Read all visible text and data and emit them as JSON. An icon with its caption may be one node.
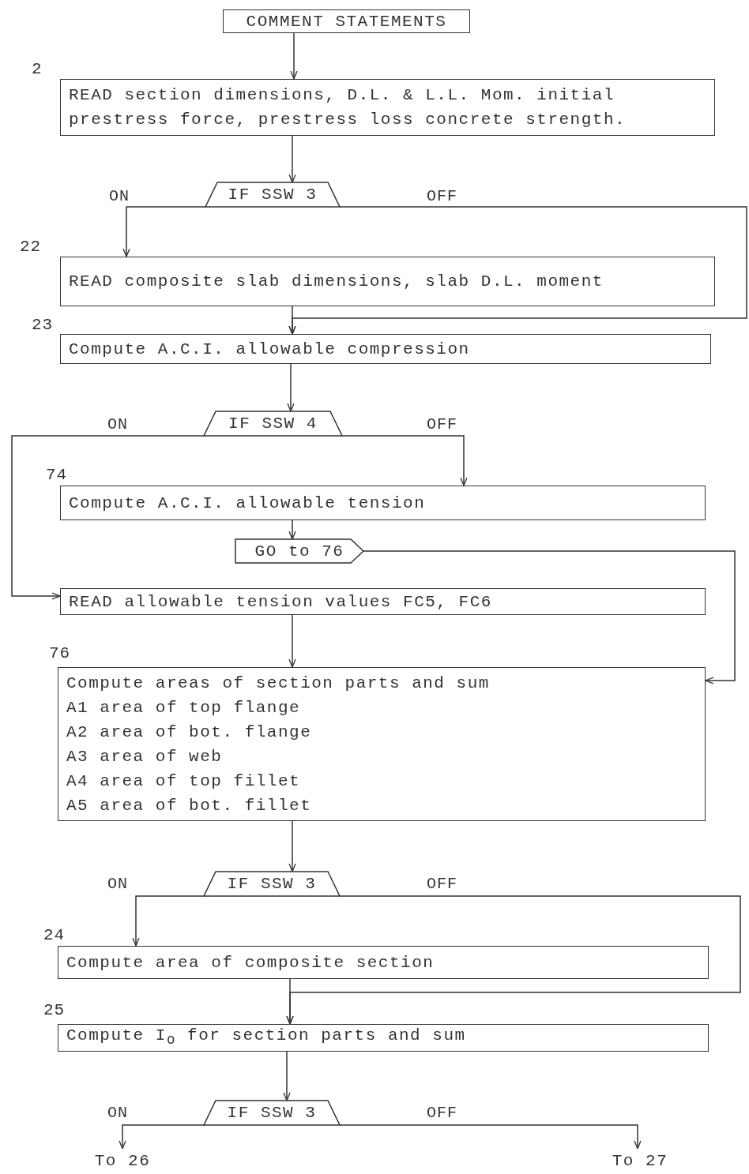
{
  "diagram": {
    "nodes": [
      {
        "text": [
          "COMMENT STATEMENTS"
        ]
      },
      {
        "text": [
          "READ section dimensions, D.L. & L.L. Mom. initial prestress force, prestress loss concrete strength."
        ],
        "beside": [
          "2"
        ]
      },
      {
        "text": [
          "IF SSW 3"
        ]
      },
      {
        "text": [
          "READ composite slab dimensions, slab D.L. moment"
        ],
        "beside": [
          "22"
        ]
      },
      {
        "text": [
          "Compute A.C.I. allowable compression"
        ],
        "beside": [
          "23"
        ]
      },
      {
        "text": [
          "IF SSW 4"
        ]
      },
      {
        "text": [
          "Compute A.C.I. allowable tension"
        ],
        "beside": [
          "74"
        ]
      },
      {
        "text": [
          "GO to 76"
        ]
      },
      {
        "text": [
          "READ allowable tension values FC5, FC6"
        ]
      },
      {
        "text": [
          "Compute areas of section parts and sum",
          "A1 area of top flange",
          "A2 area of bot. flange",
          "A3 area of web",
          "A4 area of top fillet",
          "A5 area of bot. fillet"
        ],
        "beside": [
          "76"
        ]
      },
      {
        "text": [
          "IF SSW 3"
        ]
      },
      {
        "text": [
          "Compute area of composite section"
        ],
        "beside": [
          "24"
        ]
      },
      {
        "text": [
          "Compute I$_{o}$ for section parts and sum"
        ],
        "beside": [
          "25"
        ]
      },
      {
        "text": [
          "IF SSW 3"
        ]
      },
      {
        "text": [
          "To 26"
        ]
      },
      {
        "text": [
          "To 27"
        ]
      }
    ],
    "edges": [
      {
        "from": 0,
        "to": 1,
        "arrow": "to"
      },
      {
        "from": 1,
        "to": 2,
        "arrow": "to"
      },
      {
        "from": 2,
        "to": 3,
        "arrow": "to",
        "label": "ON"
      },
      {
        "from": 2,
        "to": 4,
        "arrow": "to",
        "label": "OFF"
      },
      {
        "from": 3,
        "to": 4,
        "arrow": "to"
      },
      {
        "from": 4,
        "to": 5,
        "arrow": "to"
      },
      {
        "from": 5,
        "to": 8,
        "arrow": "to",
        "label": "ON"
      },
      {
        "from": 5,
        "to": 6,
        "arrow": "to",
        "label": "OFF"
      },
      {
        "from": 6,
        "to": 7,
        "arrow": "to"
      },
      {
        "from": 7,
        "to": 9,
        "arrow": "to"
      },
      {
        "from": 8,
        "to": 9,
        "arrow": "to"
      },
      {
        "from": 9,
        "to": 10,
        "arrow": "to"
      },
      {
        "from": 10,
        "to": 11,
        "arrow": "to",
        "label": "ON"
      },
      {
        "from": 10,
        "to": 12,
        "arrow": "to",
        "label": "OFF"
      },
      {
        "from": 11,
        "to": 12,
        "arrow": "to"
      },
      {
        "from": 12,
        "to": 13,
        "arrow": "to"
      },
      {
        "from": 13,
        "to": 14,
        "arrow": "to",
        "label": "ON"
      },
      {
        "from": 13,
        "to": 15,
        "arrow": "to",
        "label": "OFF"
      }
    ]
  }
}
